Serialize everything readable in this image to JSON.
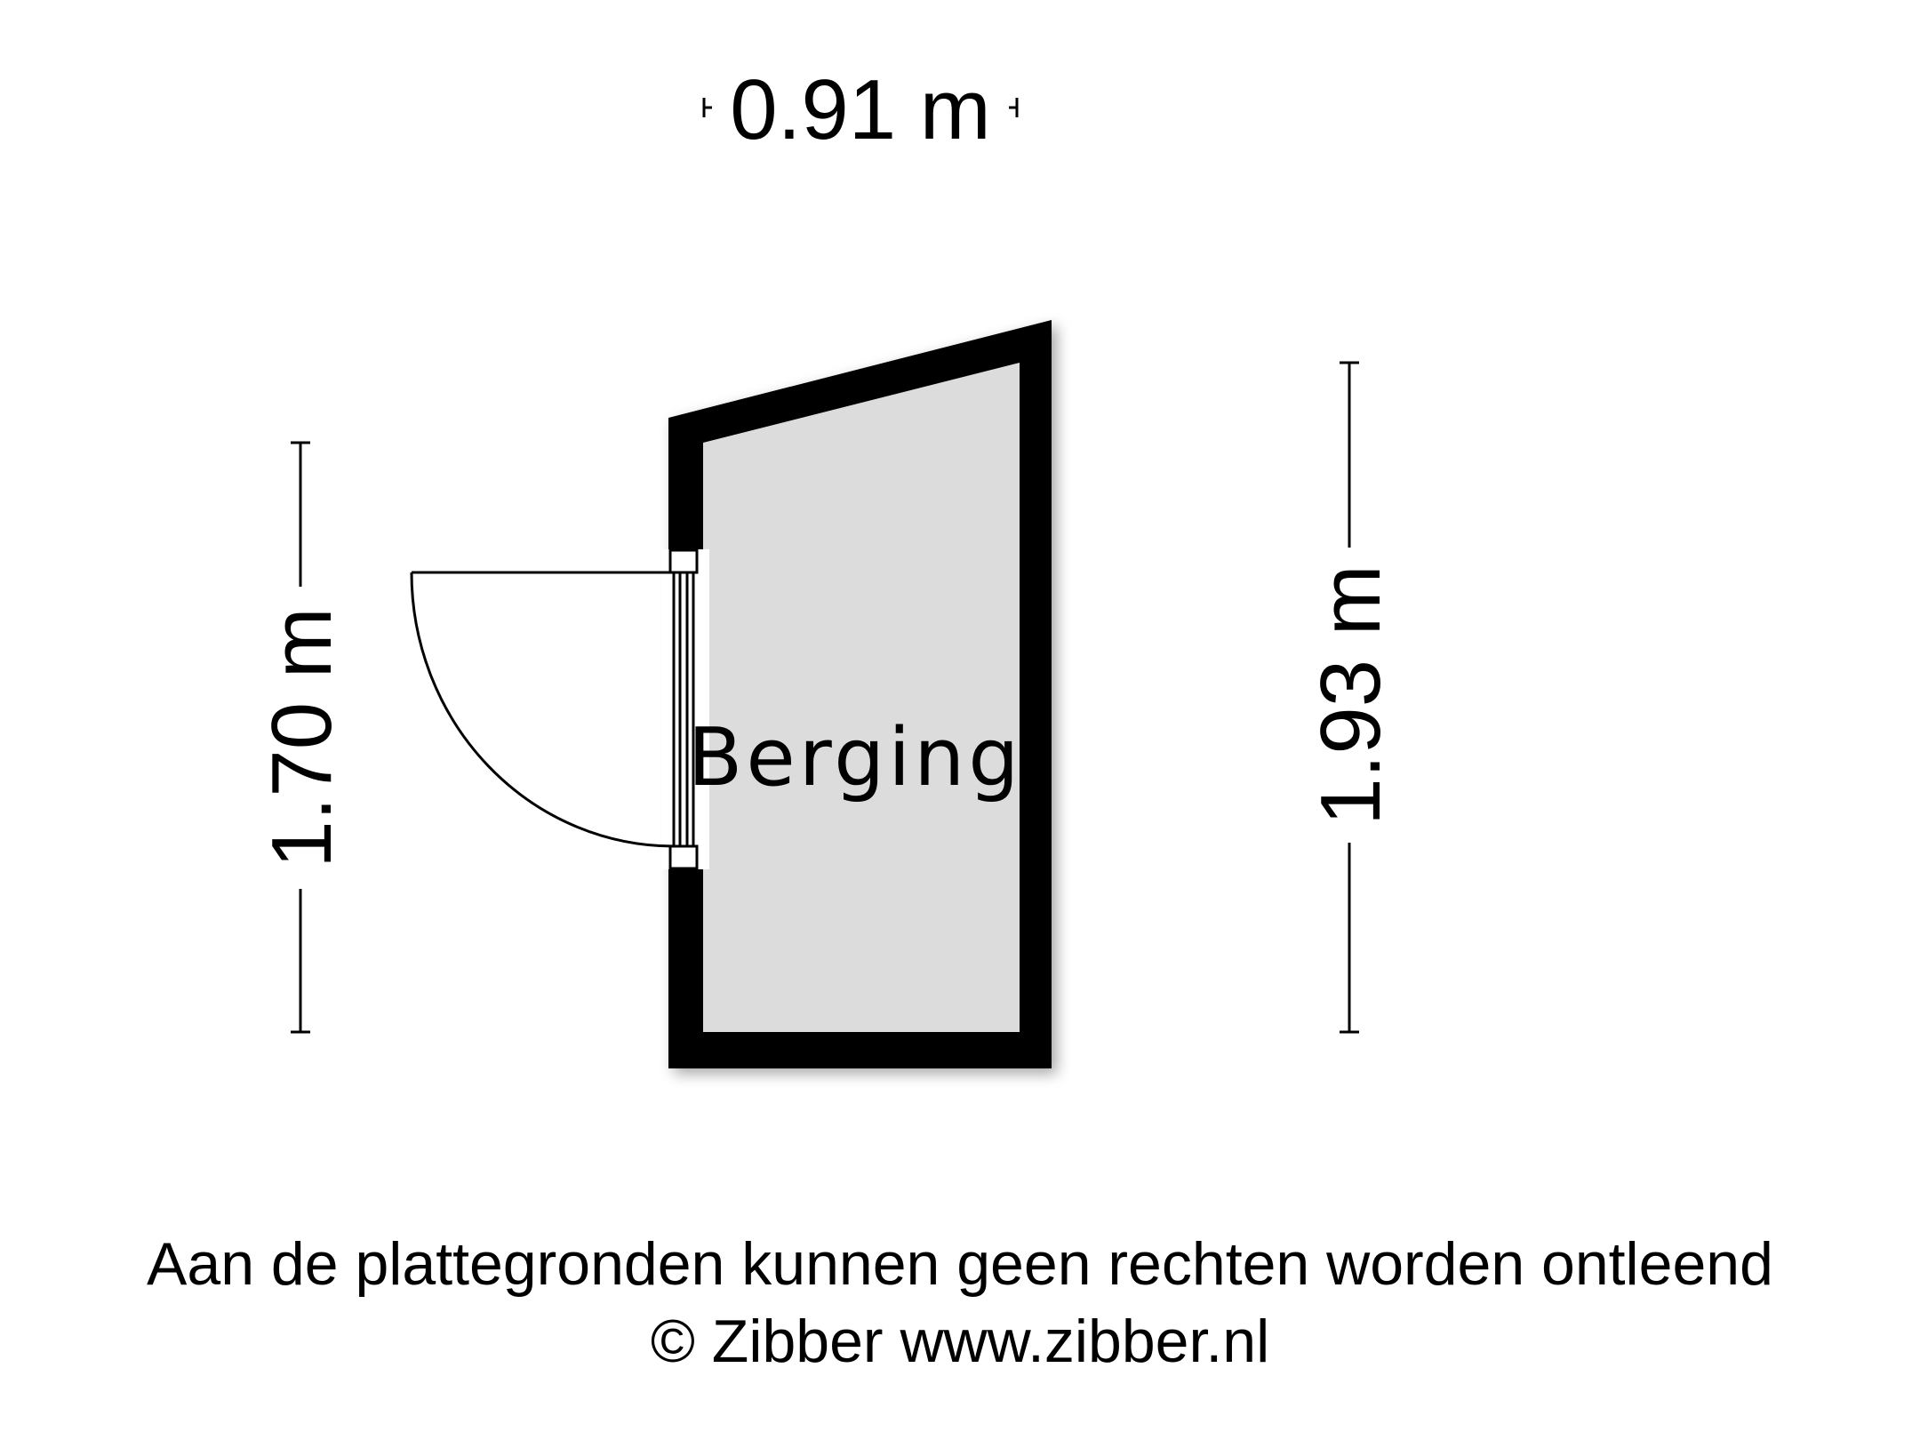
{
  "room": {
    "name": "Berging",
    "floor_color": "#dcdcdc",
    "wall_color": "#000000"
  },
  "dimensions": {
    "width": "0.91 m",
    "left_height": "1.70 m",
    "right_height": "1.93 m"
  },
  "footer": {
    "disclaimer": "Aan de plattegronden kunnen geen rechten worden ontleend",
    "copyright": "© Zibber www.zibber.nl"
  }
}
